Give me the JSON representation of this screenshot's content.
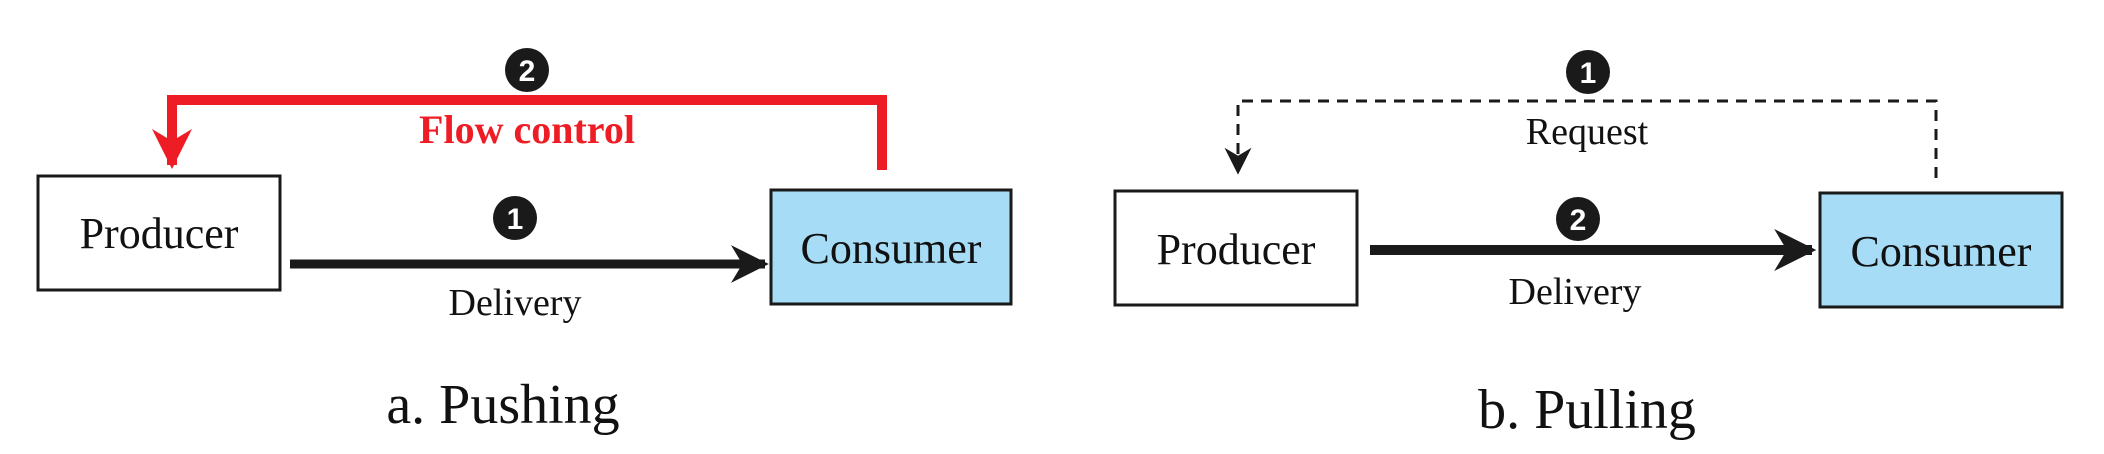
{
  "colors": {
    "consumer_fill": "#a6dcf6",
    "flow_control": "#ee1c25",
    "ink": "#1a1a1a",
    "producer_fill": "#ffffff"
  },
  "pushing": {
    "producer_label": "Producer",
    "consumer_label": "Consumer",
    "delivery_label": "Delivery",
    "delivery_step": "1",
    "flow_control_label": "Flow control",
    "flow_control_step": "2",
    "caption": "a. Pushing"
  },
  "pulling": {
    "producer_label": "Producer",
    "consumer_label": "Consumer",
    "delivery_label": "Delivery",
    "delivery_step": "2",
    "request_label": "Request",
    "request_step": "1",
    "caption": "b. Pulling"
  }
}
